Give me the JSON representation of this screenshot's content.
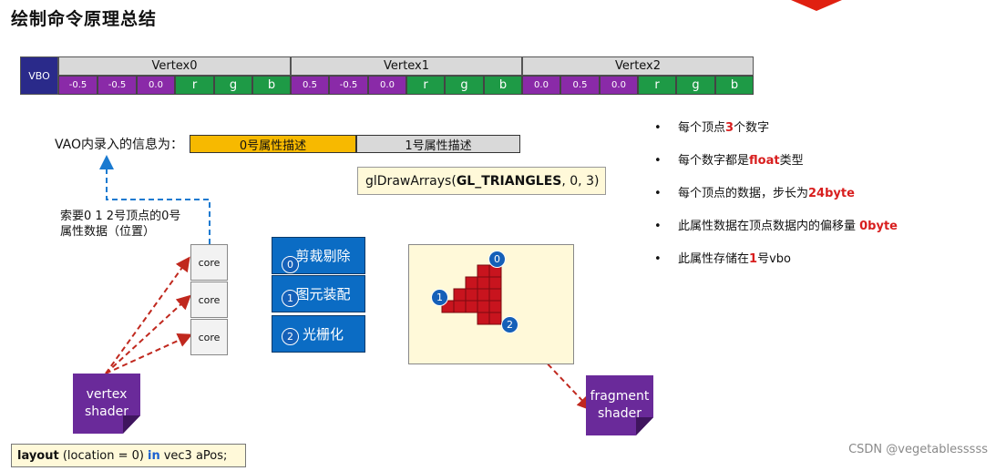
{
  "title": "绘制命令原理总结",
  "vbo": {
    "label": "VBO",
    "vertices": [
      {
        "name": "Vertex0",
        "values": [
          "-0.5",
          "-0.5",
          "0.0"
        ],
        "colors": [
          "r",
          "g",
          "b"
        ]
      },
      {
        "name": "Vertex1",
        "values": [
          "0.5",
          "-0.5",
          "0.0"
        ],
        "colors": [
          "r",
          "g",
          "b"
        ]
      },
      {
        "name": "Vertex2",
        "values": [
          "0.0",
          "0.5",
          "0.0"
        ],
        "colors": [
          "r",
          "g",
          "b"
        ]
      }
    ]
  },
  "vao": {
    "text": "VAO内录入的信息为：",
    "attr0": "0号属性描述",
    "attr1": "1号属性描述"
  },
  "draw_call": {
    "prefix": "glDrawArrays(",
    "mode": "GL_TRIANGLES",
    "suffix": ", 0, 3)"
  },
  "fetch_note": {
    "line1": "索要0 1 2号顶点的0号",
    "line2": "属性数据（位置）"
  },
  "cores": [
    "core",
    "core",
    "core"
  ],
  "stages": [
    {
      "badge": "0",
      "label": "剪裁剔除"
    },
    {
      "badge": "1",
      "label": "图元装配"
    },
    {
      "badge": "2",
      "label": "光栅化"
    }
  ],
  "raster_badges": [
    "0",
    "1",
    "2"
  ],
  "vertex_shader": {
    "line1": "vertex",
    "line2": "shader"
  },
  "fragment_shader": {
    "line1": "fragment",
    "line2": "shader"
  },
  "layout_code": {
    "keyword": "layout",
    "args": "(location = 0)",
    "in_kw": "in",
    "rest": "vec3 aPos;"
  },
  "bullets": [
    {
      "pre": "每个顶点",
      "hl": "3",
      "post": "个数字"
    },
    {
      "pre": "每个数字都是",
      "hl": "float",
      "post": "类型"
    },
    {
      "pre": "每个顶点的数据，步长为",
      "hl": "24byte",
      "post": ""
    },
    {
      "pre": "此属性数据在顶点数据内的偏移量 ",
      "hl": "0byte",
      "post": ""
    },
    {
      "pre": "此属性存储在",
      "hl": "1",
      "post": "号vbo"
    }
  ],
  "watermark": "CSDN @vegetablesssss",
  "colors": {
    "vbo_label": "#2a2a8a",
    "num_cell": "#8a2aa8",
    "color_cell": "#1e9a46",
    "attr0": "#f7b900",
    "attr1": "#d9d9d9",
    "stage": "#0b6cc4",
    "shader": "#6a2a9a",
    "arrow_red": "#c0281e",
    "arrow_blue": "#1a7ad0",
    "pixel_red": "#c8141e"
  }
}
